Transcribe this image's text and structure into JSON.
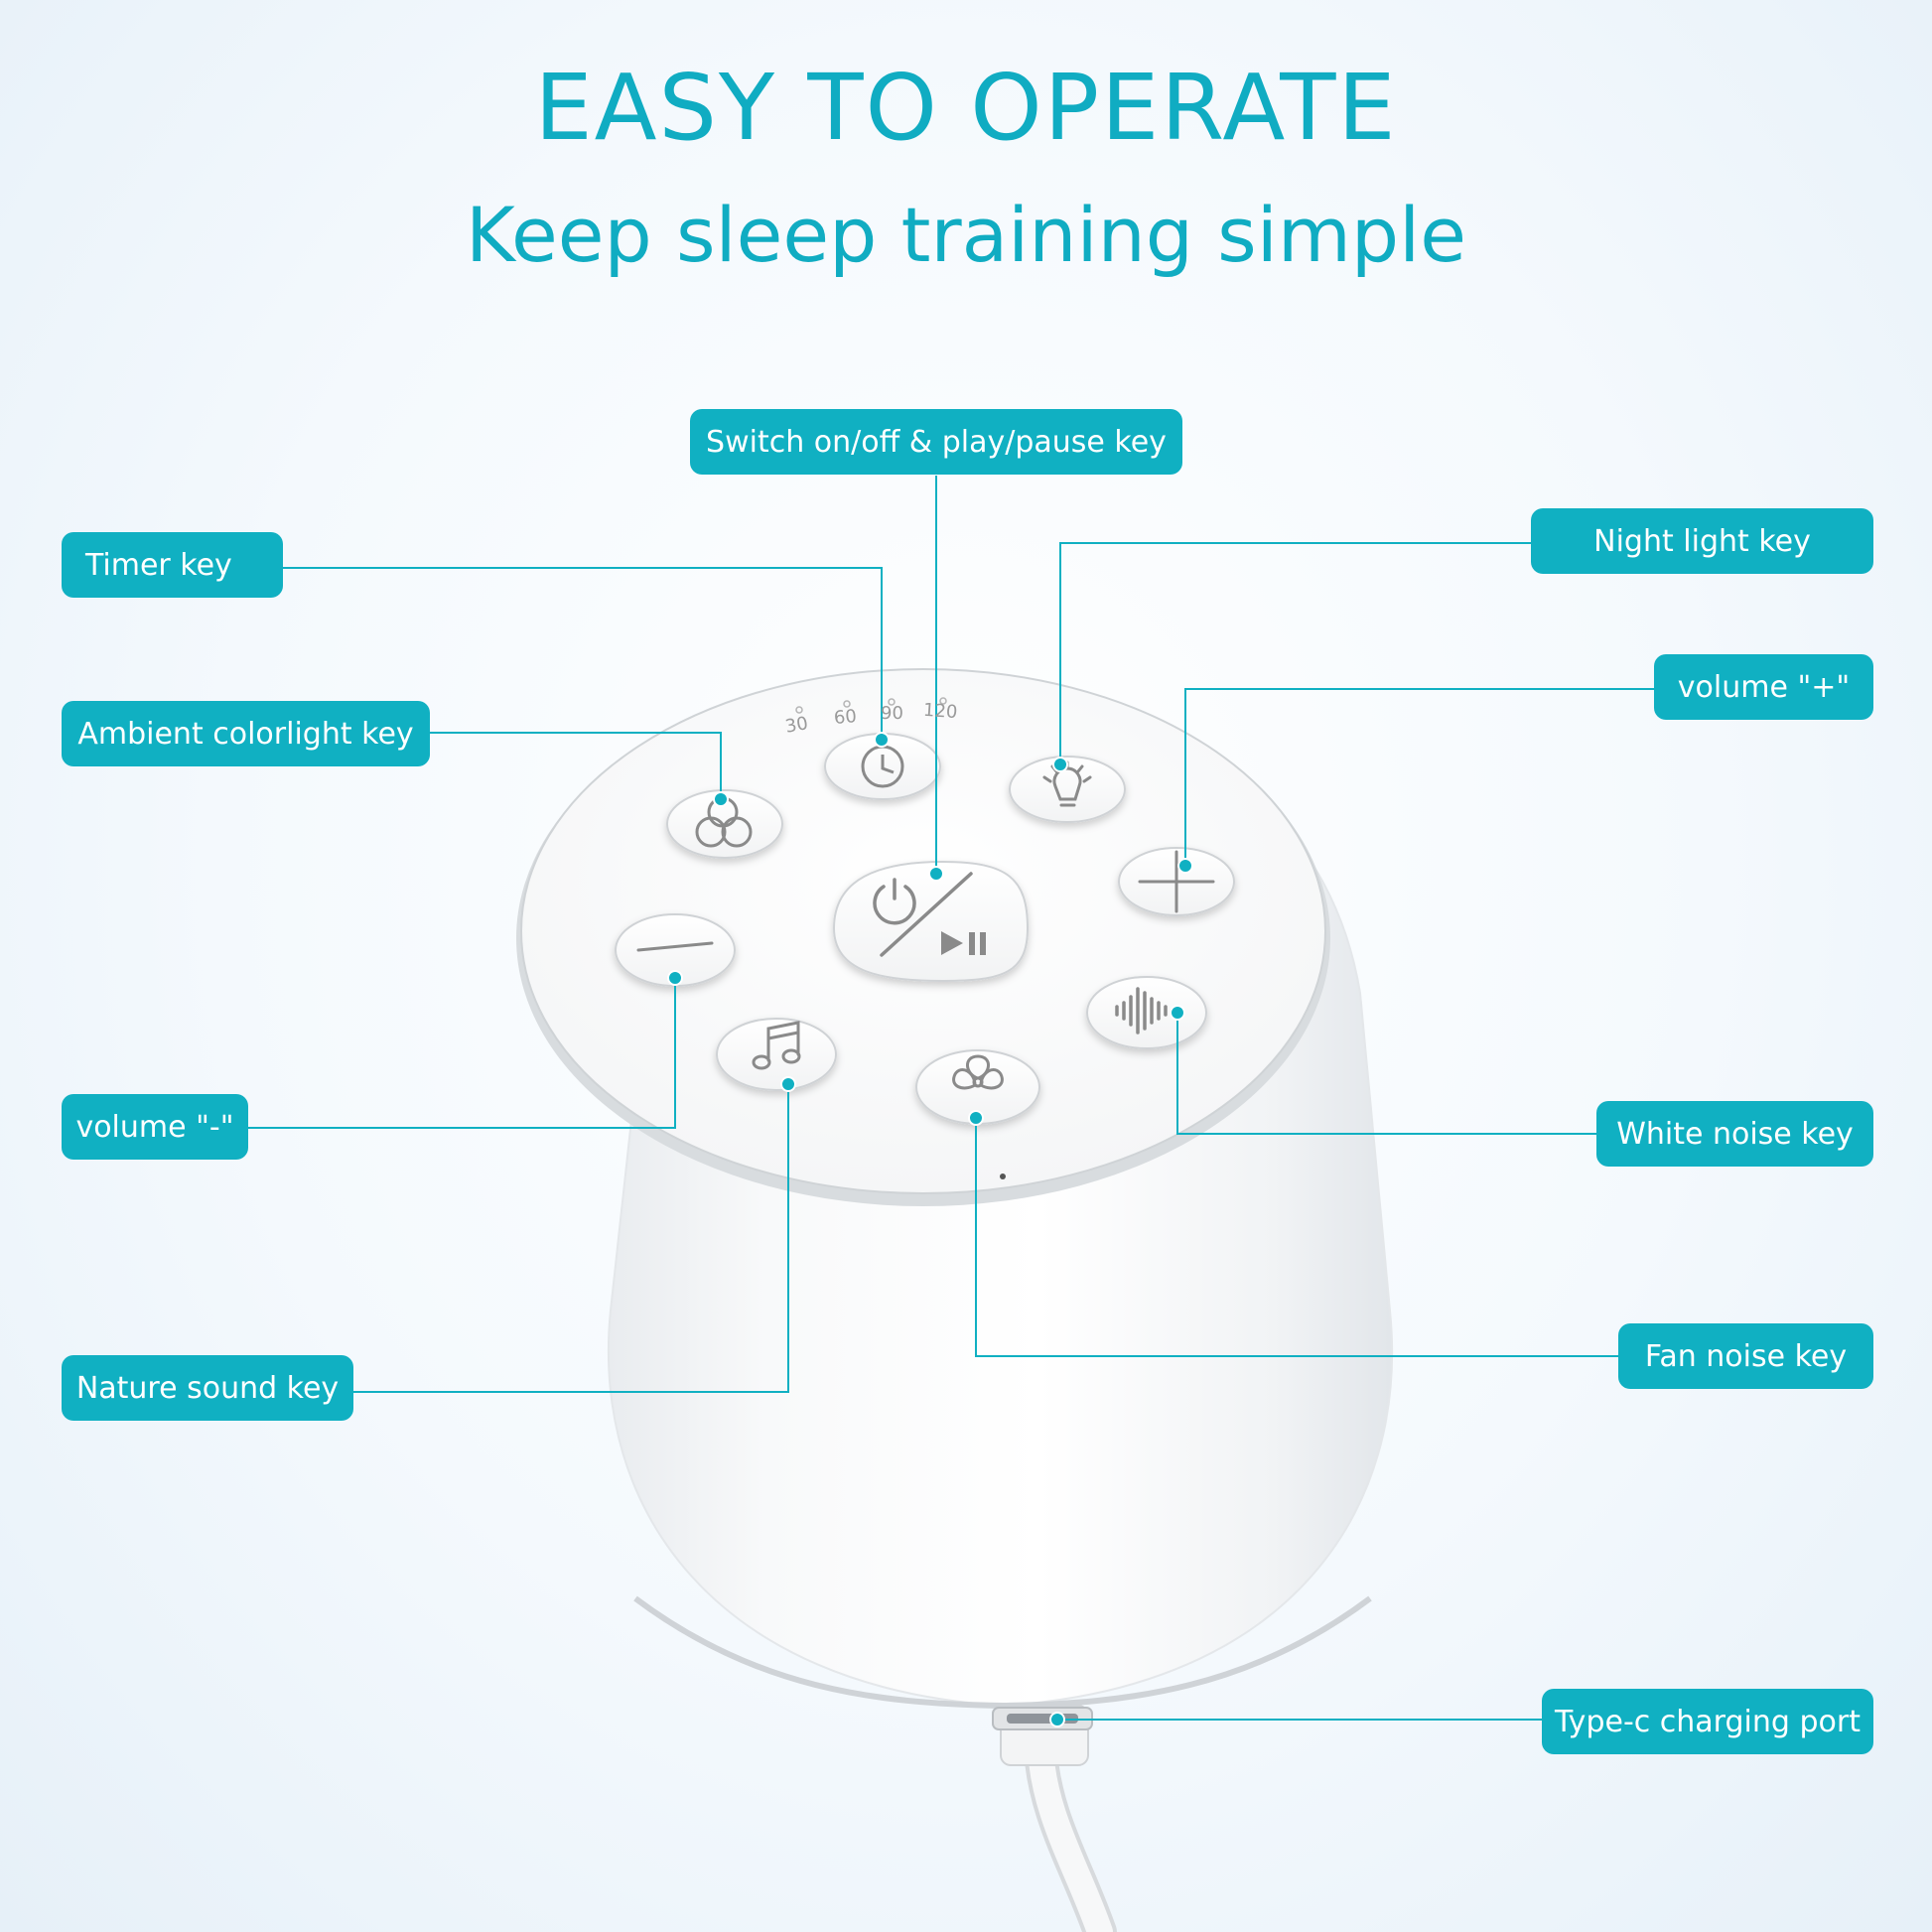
{
  "header": {
    "title": "EASY TO OPERATE",
    "subtitle": "Keep sleep training simple"
  },
  "callouts": {
    "power": "Switch on/off & play/pause key",
    "timer": "Timer key",
    "night_light": "Night light key",
    "ambient": "Ambient colorlight key",
    "volume_plus": "volume  \"+\"",
    "volume_minus": "volume \"-\"",
    "white_noise": "White noise key",
    "fan_noise": "Fan noise key",
    "nature_sound": "Nature sound key",
    "type_c": "Type-c charging port"
  },
  "timer_labels": [
    "30",
    "60",
    "90",
    "120"
  ],
  "icons": {
    "timer": "clock-icon",
    "night_light": "lightbulb-icon",
    "ambient": "three-circles-icon",
    "power": "power-play-pause-icon",
    "volume_minus": "minus-icon",
    "volume_plus": "plus-icon",
    "white_noise": "sound-wave-icon",
    "nature_sound": "music-note-icon",
    "fan_noise": "fan-icon"
  },
  "colors": {
    "accent": "#10b0c2",
    "title": "#10acc2",
    "device": "#ffffff",
    "icon_stroke": "#8a8a8a"
  }
}
